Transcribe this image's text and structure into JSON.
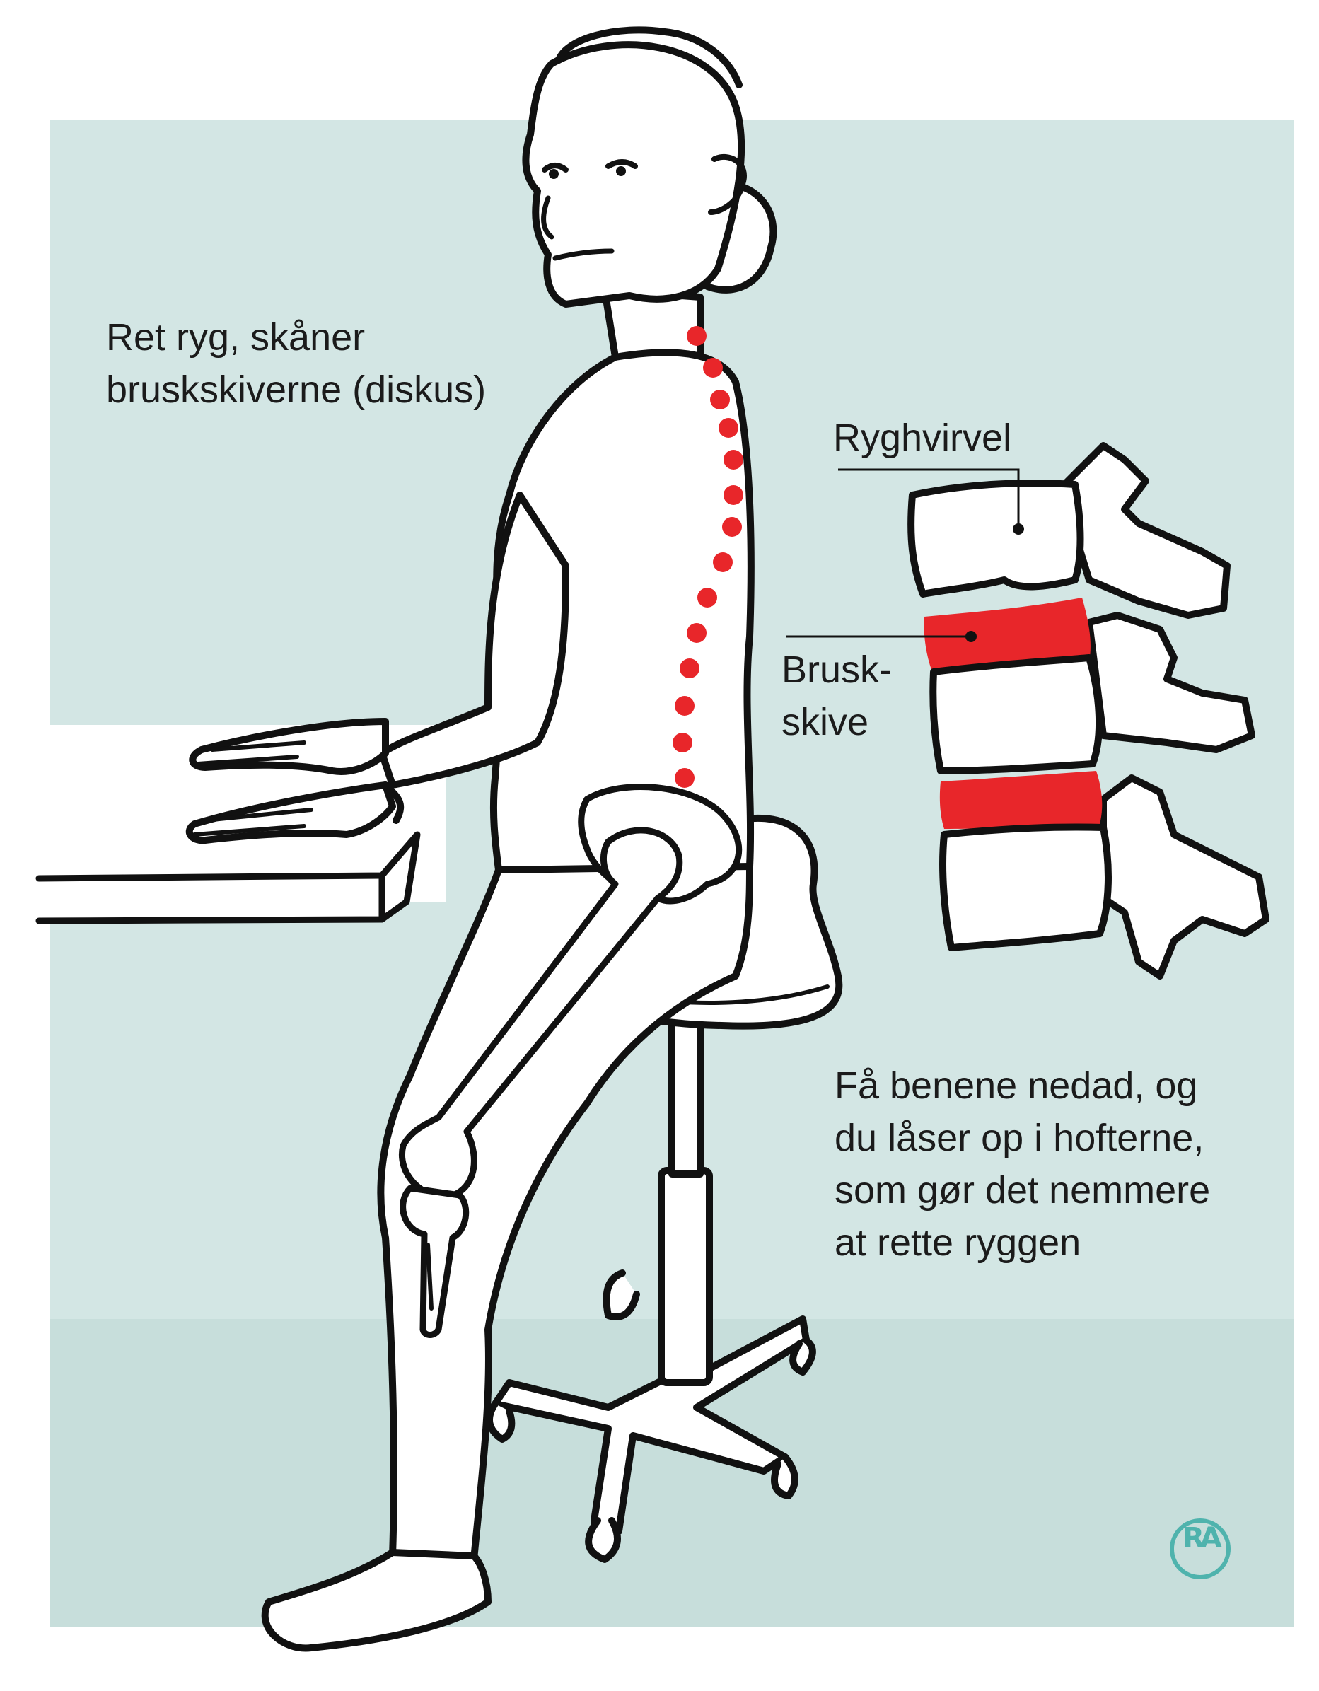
{
  "labels": {
    "spine_note": [
      "Ret ryg, skåner",
      "bruskskiverne (diskus)"
    ],
    "vertebra": "Ryghvirvel",
    "disc": [
      "Brusk-",
      "skive"
    ],
    "legs_note": [
      "Få benene nedad, og",
      "du låser op i hofterne,",
      "som gør det nemmere",
      "at rette ryggen"
    ]
  },
  "signature": "RA",
  "colors": {
    "background_panel": "#d3e6e4",
    "background_floor": "#c7dedb",
    "outline": "#111111",
    "fill": "#ffffff",
    "spine_dots": "#e8262a",
    "disc": "#e8262a",
    "signature": "#4fb3ad"
  }
}
